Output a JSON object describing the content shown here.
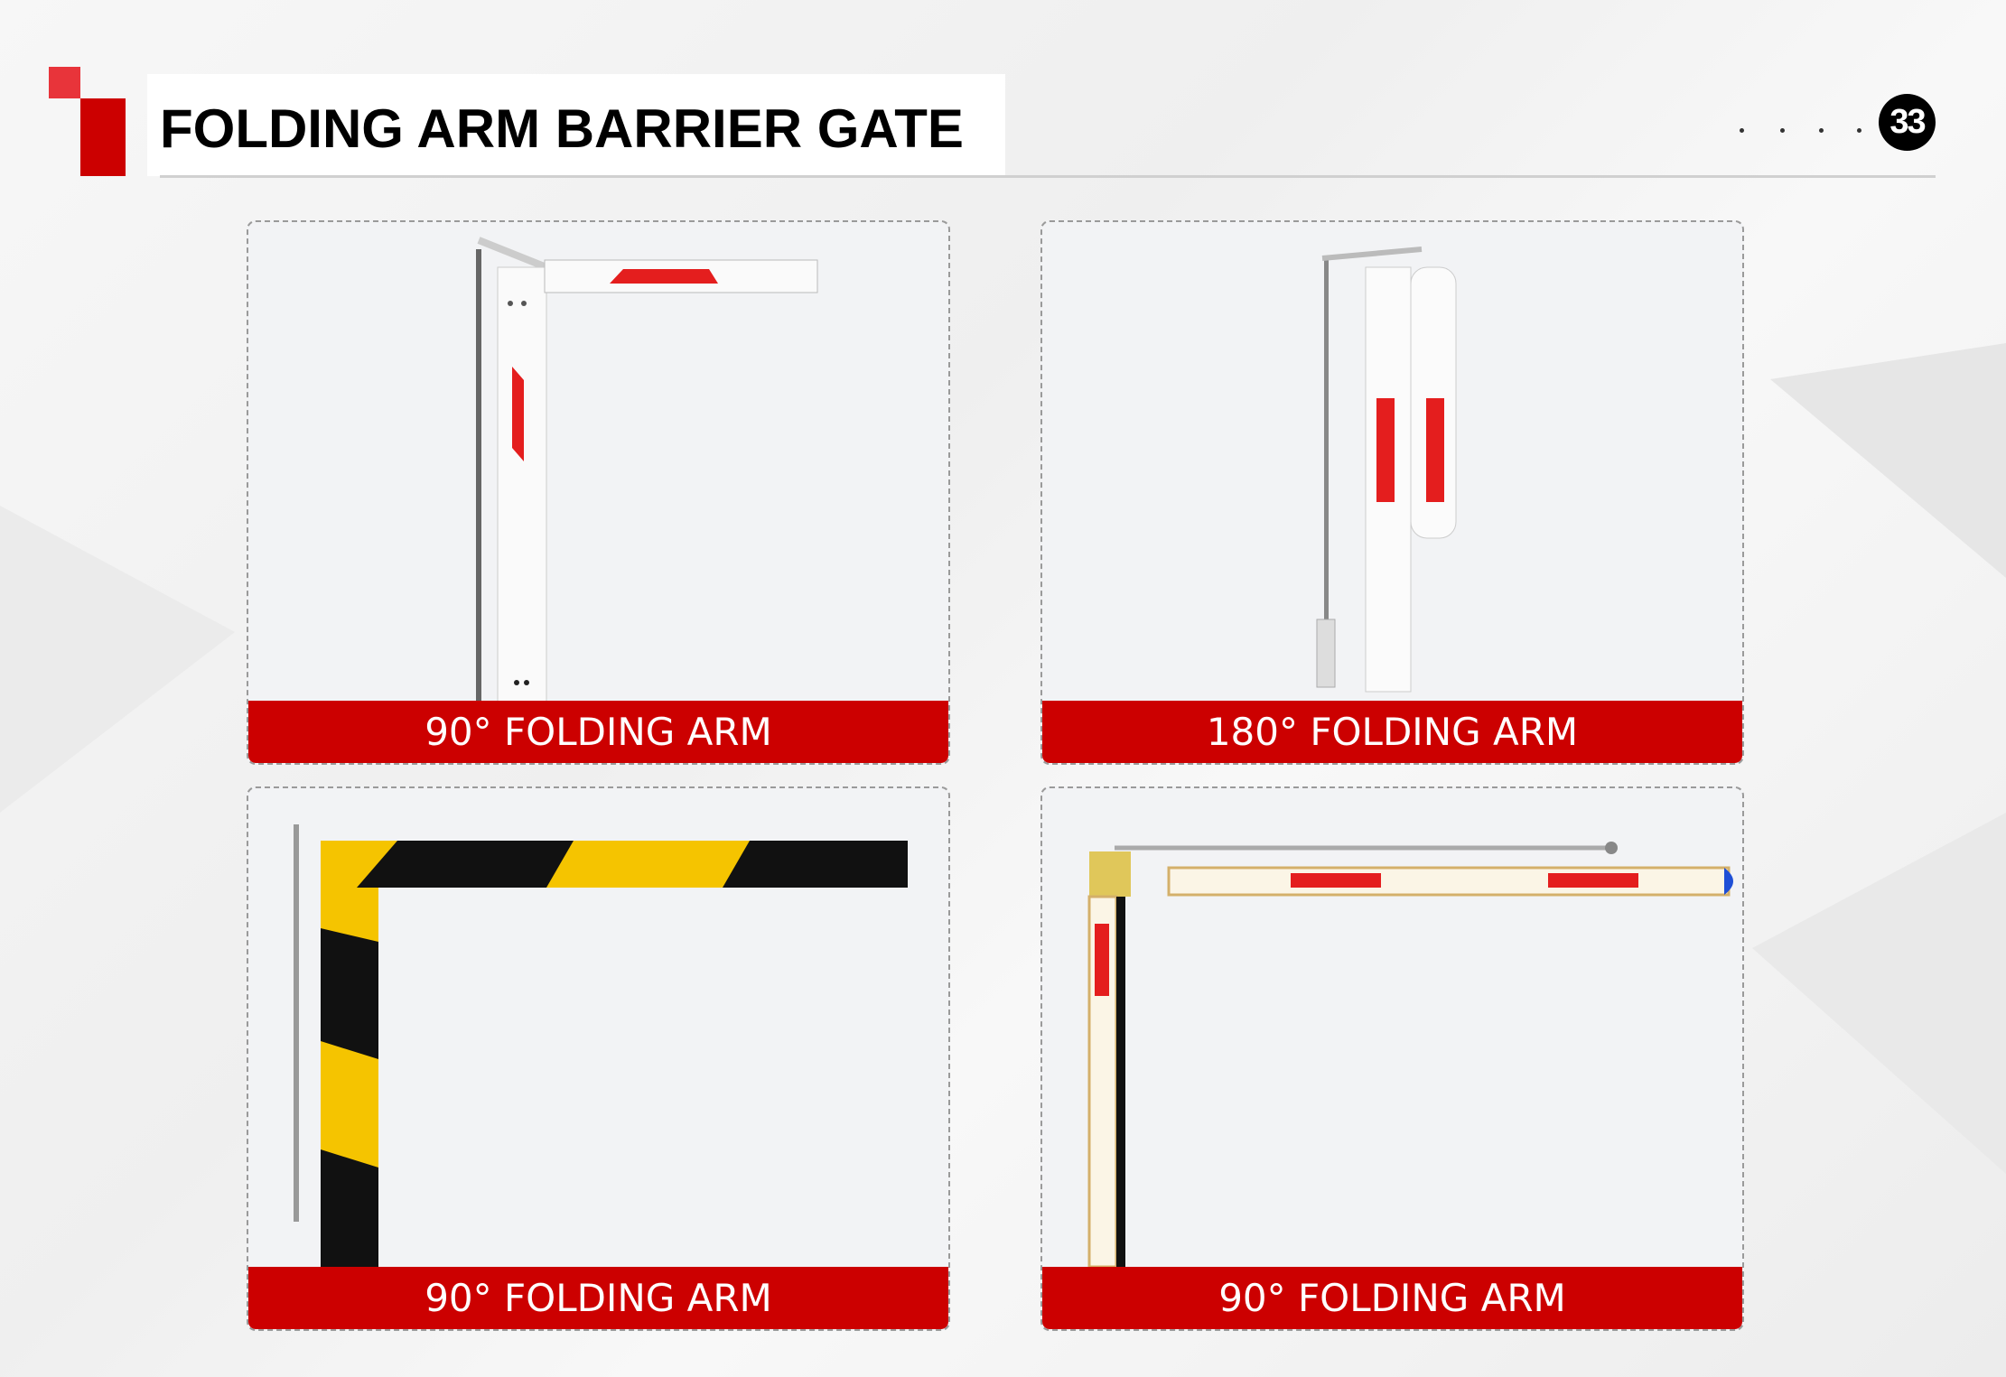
{
  "header": {
    "title": "FOLDING ARM BARRIER GATE",
    "page_number": "33"
  },
  "cards": [
    {
      "label": "90° FOLDING ARM"
    },
    {
      "label": "180° FOLDING ARM"
    },
    {
      "label": "90° FOLDING ARM"
    },
    {
      "label": "90° FOLDING ARM"
    }
  ],
  "colors": {
    "accent": "#cc0000",
    "accent_light": "#e8343a"
  }
}
